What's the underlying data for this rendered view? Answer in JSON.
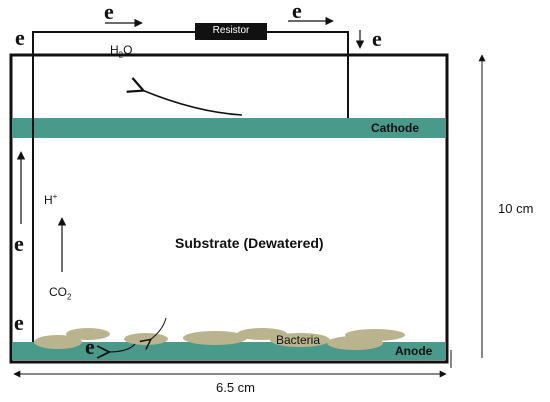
{
  "labels": {
    "resistor": "Resistor",
    "cathode": "Cathode",
    "anode": "Anode",
    "substrate": "Substrate (Dewatered)",
    "bacteria": "Bacteria",
    "electron": "e",
    "water": {
      "base": "H",
      "sub": "2",
      "tail": "O"
    },
    "proton": {
      "base": "H",
      "sup": "+"
    },
    "co2": {
      "base": "CO",
      "sub": "2"
    },
    "height": "10 cm",
    "width": "6.5 cm"
  },
  "colors": {
    "electrode": "#4a9a8c",
    "bacteria": "#b9b48e",
    "resistor": "#111111",
    "outline": "#111111"
  }
}
